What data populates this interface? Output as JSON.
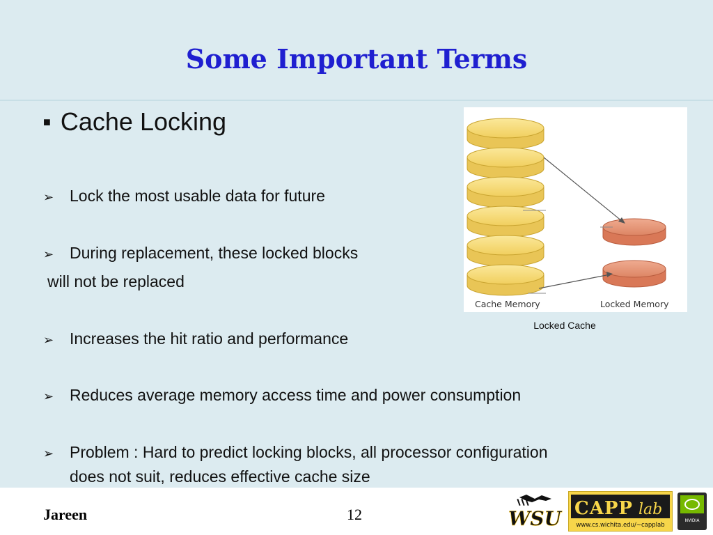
{
  "slide": {
    "title": "Some Important Terms",
    "heading": "Cache Locking",
    "heading_bullet": "■",
    "points": [
      {
        "text": "Lock the most usable data for future"
      },
      {
        "text": "During replacement, these locked blocks",
        "continuation": "will not be replaced"
      },
      {
        "text": "Increases the hit ratio and performance"
      },
      {
        "text": "Reduces average memory access time and power consumption"
      },
      {
        "text": "Problem : Hard to predict locking blocks, all processor configuration",
        "continuation": "does not  suit, reduces effective cache size"
      }
    ],
    "bullet_glyph": "➢"
  },
  "figure": {
    "left_label": "Cache Memory",
    "right_label": "Locked Memory",
    "caption": "Locked Cache",
    "cache_color": "#f7dc7a",
    "locked_color": "#e6967a"
  },
  "footer": {
    "author": "Jareen",
    "page_number": "12",
    "logo_wsu_text": "WSU",
    "logo_capp_text": "CAPP",
    "logo_capp_lab": "lab",
    "logo_capp_url": "www.cs.wichita.edu/~capplab",
    "logo_nvidia_text": "NVIDIA"
  },
  "colors": {
    "background": "#dcebf0",
    "title": "#1f1fd0"
  }
}
